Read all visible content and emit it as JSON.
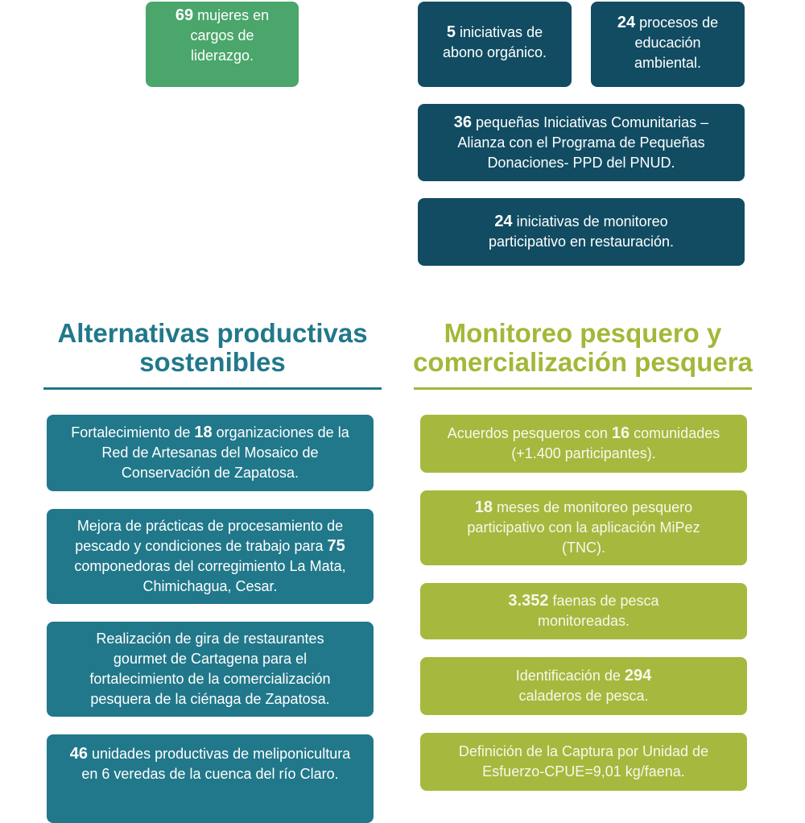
{
  "colors": {
    "green_card": "#4aa66a",
    "navy_card": "#114c62",
    "teal_card": "#21788a",
    "olive_card": "#a7b83f",
    "teal_heading": "#21788a",
    "olive_heading": "#a4b738"
  },
  "top": {
    "women": {
      "num": "69",
      "text": " mujeres en cargos de liderazgo."
    },
    "abono": {
      "num": "5",
      "text": " iniciativas de abono orgánico."
    },
    "educacion": {
      "num": "24",
      "text": " procesos de educación ambiental."
    },
    "ppd": {
      "num": "36",
      "text": " pequeñas Iniciativas Comunitarias – Alianza con el Programa de Pequeñas Donaciones- PPD del PNUD."
    },
    "monitoreo": {
      "num": "24",
      "text": " iniciativas de monitoreo participativo en restauración."
    }
  },
  "left_section": {
    "heading_line1": "Alternativas productivas",
    "heading_line2": "sostenibles",
    "cards": [
      {
        "pre": "Fortalecimiento de ",
        "num": "18",
        "post": " organizaciones de la Red de Artesanas del Mosaico de Conservación de Zapatosa."
      },
      {
        "pre": "Mejora de prácticas de procesamiento de pescado y condiciones de trabajo para ",
        "num": "75",
        "post": " componedoras del corregimiento La Mata, Chimichagua, Cesar."
      },
      {
        "pre": "Realización de gira de restaurantes gourmet de Cartagena para el fortalecimiento de la comercialización pesquera de la ciénaga de Zapatosa.",
        "num": "",
        "post": ""
      },
      {
        "pre": "",
        "num": "46",
        "post": " unidades productivas de meliponicultura en 6 veredas de la cuenca del río Claro."
      }
    ]
  },
  "right_section": {
    "heading_line1": "Monitoreo pesquero y",
    "heading_line2": "comercialización pesquera",
    "cards": [
      {
        "pre": "Acuerdos pesqueros con ",
        "num": "16",
        "post": " comunidades (+1.400 participantes)."
      },
      {
        "pre": "",
        "num": "18",
        "post": " meses de monitoreo pesquero participativo con la aplicación MiPez (TNC)."
      },
      {
        "pre": "",
        "num": "3.352",
        "post": " faenas de pesca monitoreadas."
      },
      {
        "pre": "Identificación de ",
        "num": "294",
        "post": " caladeros de pesca."
      },
      {
        "pre": "Definición de la Captura por Unidad de Esfuerzo-CPUE=9,01 kg/faena.",
        "num": "",
        "post": ""
      }
    ]
  }
}
